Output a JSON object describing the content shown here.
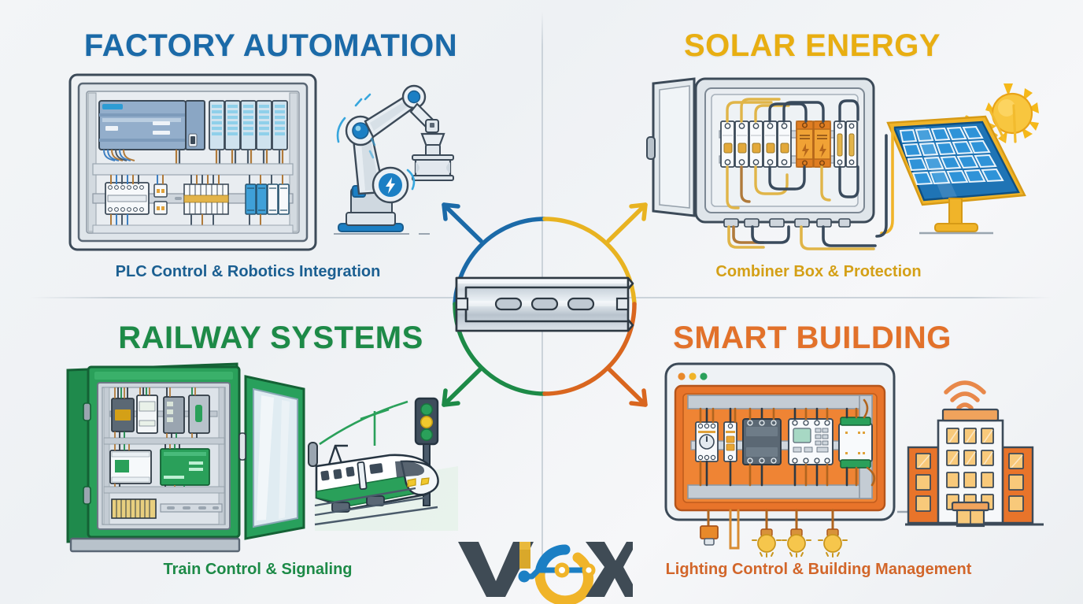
{
  "page": {
    "kind": "infographic",
    "background_colors": [
      "#f3f5f7",
      "#eef1f4",
      "#f6f7f9"
    ],
    "divider_color": "#cbd3da"
  },
  "quadrants": [
    {
      "id": "factory-automation",
      "title": "FACTORY AUTOMATION",
      "caption": "PLC Control & Robotics Integration",
      "accent_color": "#1b6aa8",
      "caption_color": "#1b5f91",
      "illustrations": [
        "plc-control-panel",
        "robot-arm"
      ]
    },
    {
      "id": "solar-energy",
      "title": "SOLAR ENERGY",
      "caption": "Combiner Box & Protection",
      "accent_color": "#e8ae12",
      "caption_color": "#d4a017",
      "illustrations": [
        "solar-combiner-box",
        "solar-panel-with-sun"
      ]
    },
    {
      "id": "railway-systems",
      "title": "RAILWAY SYSTEMS",
      "caption": "Train Control & Signaling",
      "accent_color": "#1d8a47",
      "caption_color": "#1d8a47",
      "illustrations": [
        "railway-signal-cabinet",
        "high-speed-train-with-signal"
      ]
    },
    {
      "id": "smart-building",
      "title": "SMART BUILDING",
      "caption": "Lighting Control & Building Management",
      "accent_color": "#e2712a",
      "caption_color": "#d2662a",
      "illustrations": [
        "smart-building-panel",
        "building-with-wifi"
      ]
    }
  ],
  "center": {
    "hub_icon": "din-rail",
    "arrow_colors": {
      "top_left": "#1b6aa8",
      "top_right": "#e8ae12",
      "bottom_left": "#1d8a47",
      "bottom_right": "#d9661f"
    }
  },
  "logo": {
    "text": "VIOX",
    "letters": [
      "V",
      "I",
      "O",
      "X"
    ],
    "dark_color": "#3f4b55",
    "blue_color": "#1b7fc4",
    "yellow_color": "#f0b429"
  }
}
